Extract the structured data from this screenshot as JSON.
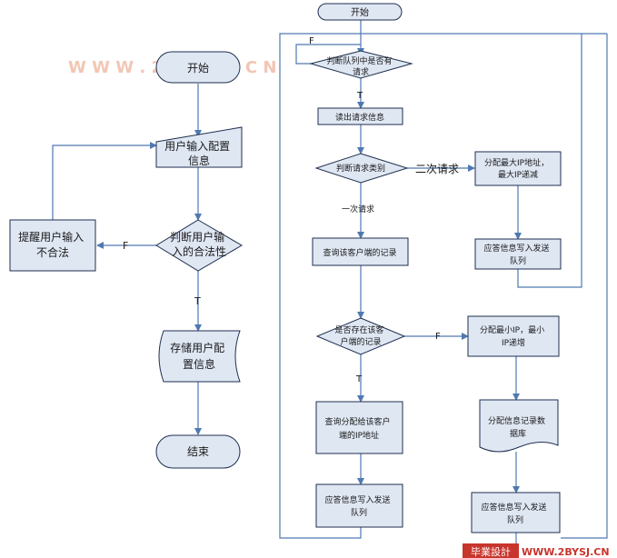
{
  "watermark_top": "W W W . 2 B Y S J . C N",
  "watermark_bottom": {
    "brand": "毕業設計",
    "url": "WWW.2BYSJ.CN"
  },
  "left_flow": {
    "start": "开始",
    "input_config": [
      "用户输入配置",
      "信息"
    ],
    "judge_valid": [
      "判断用户输",
      "入的合法性"
    ],
    "prompt_invalid": [
      "提醒用户输入",
      "不合法"
    ],
    "store_config": [
      "存储用户配",
      "置信息"
    ],
    "end": "结束",
    "label_f": "F",
    "label_t": "T"
  },
  "right_flow": {
    "start": "开始",
    "judge_queue": [
      "判断队列中是否有",
      "请求"
    ],
    "read_request": "读出请求信息",
    "judge_type": "判断请求类别",
    "second_request": "二次请求",
    "first_request": "一次请求",
    "assign_max_ip": [
      "分配最大IP地址，",
      "最大IP递减"
    ],
    "reply_queue_top": [
      "应答信息写入发送",
      "队列"
    ],
    "query_client": "查询该客户端的记录",
    "judge_exists": [
      "是否存在该客",
      "户端的记录"
    ],
    "assign_min_ip": [
      "分配最小IP，最小",
      "IP递增"
    ],
    "write_db": [
      "分配信息记录数",
      "据库"
    ],
    "reply_queue_right": [
      "应答信息写入发送",
      "队列"
    ],
    "query_assigned": [
      "查询分配给该客户",
      "端的IP地址"
    ],
    "reply_queue_bottom": [
      "应答信息写入发送",
      "队列"
    ],
    "label_f_queue": "F",
    "label_t_queue": "T",
    "label_f_exists": "F",
    "label_t_exists": "T"
  },
  "colors": {
    "node_fill": "#dfe7f3",
    "node_stroke": "#1f2f4f",
    "edge": "#4f79b0",
    "watermark": "#f2c6b4",
    "brand_bg": "#c8352c"
  }
}
